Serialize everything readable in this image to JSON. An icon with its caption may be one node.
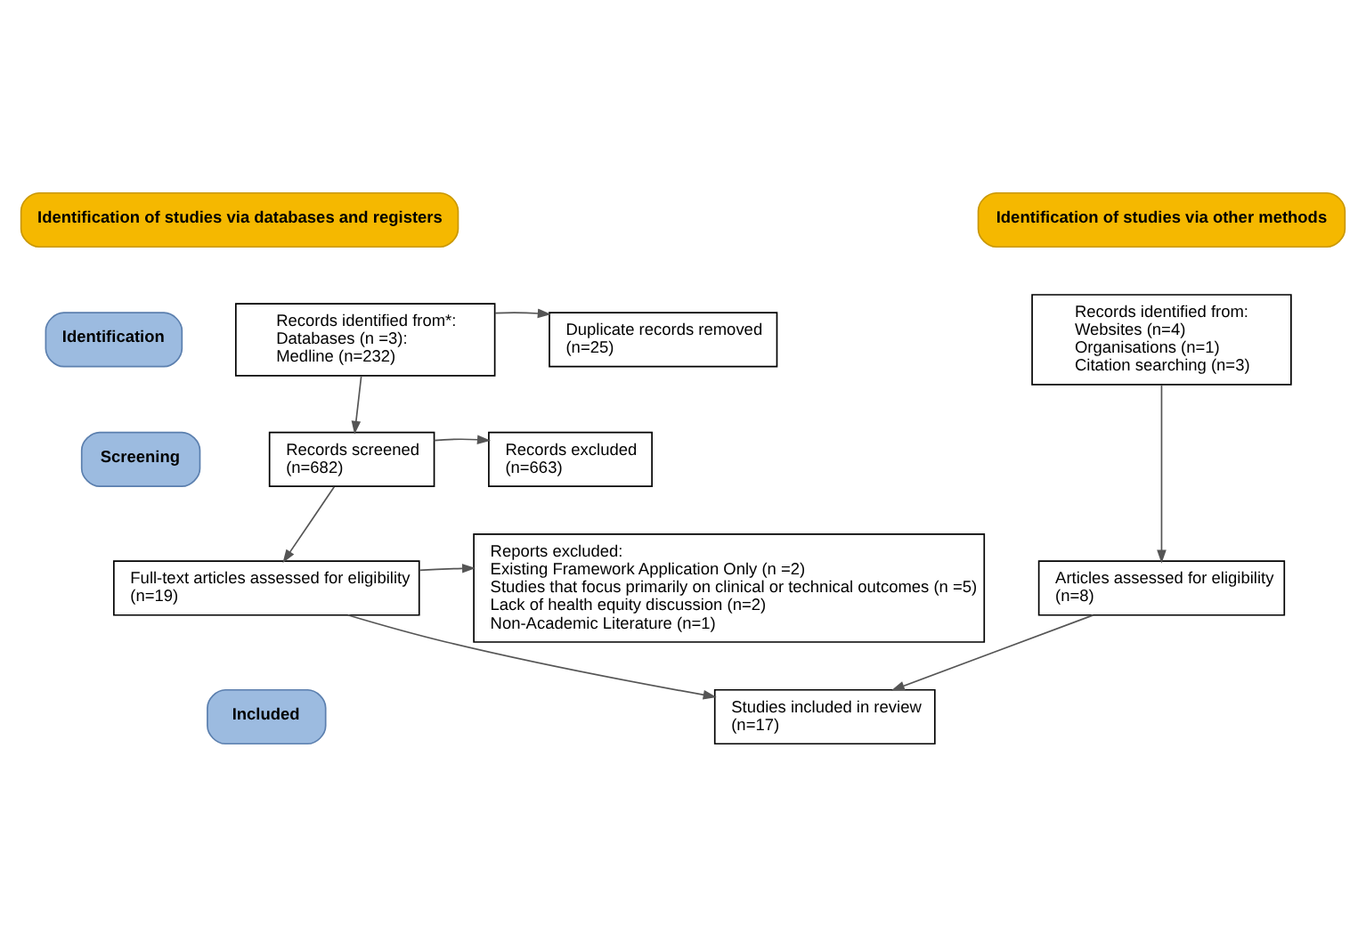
{
  "diagram": {
    "nodes": [
      {
        "text": [
          "Identification of studies via databases and registers"
        ]
      },
      {
        "text": [
          "Identification of studies via other methods"
        ]
      },
      {
        "text": [
          "Identification"
        ]
      },
      {
        "text": [
          "Screening"
        ]
      },
      {
        "text": [
          "Included"
        ]
      },
      {
        "text": [
          "Records identified from*:",
          "Databases (n =3):",
          "Medline (n=232)"
        ]
      },
      {
        "text": [
          "Duplicate records removed",
          "(n=25)"
        ]
      },
      {
        "text": [
          "Records identified from:",
          "Websites (n=4)",
          "Organisations (n=1)",
          "Citation searching (n=3)"
        ]
      },
      {
        "text": [
          "Records screened",
          "(n=682)"
        ]
      },
      {
        "text": [
          "Records excluded",
          "(n=663)"
        ]
      },
      {
        "text": [
          "Full-text articles assessed for eligibility",
          "(n=19)"
        ]
      },
      {
        "text": [
          "Reports excluded:",
          "Existing Framework Application Only (n =2)",
          "Studies that focus primarily on clinical or technical outcomes (n =5)",
          "Lack of health equity discussion (n=2)",
          "Non-Academic Literature (n=1)"
        ]
      },
      {
        "text": [
          "Articles assessed for eligibility",
          "(n=8)"
        ]
      },
      {
        "text": [
          "Studies included in review",
          "(n=17)"
        ]
      }
    ],
    "edges": [
      {
        "from": 5,
        "to": 6,
        "arrow": "to"
      },
      {
        "from": 5,
        "to": 8,
        "arrow": "to"
      },
      {
        "from": 8,
        "to": 9,
        "arrow": "to"
      },
      {
        "from": 8,
        "to": 10,
        "arrow": "to"
      },
      {
        "from": 10,
        "to": 11,
        "arrow": "to"
      },
      {
        "from": 10,
        "to": 13,
        "arrow": "to"
      },
      {
        "from": 7,
        "to": 12,
        "arrow": "to"
      },
      {
        "from": 12,
        "to": 13,
        "arrow": "to"
      }
    ]
  }
}
